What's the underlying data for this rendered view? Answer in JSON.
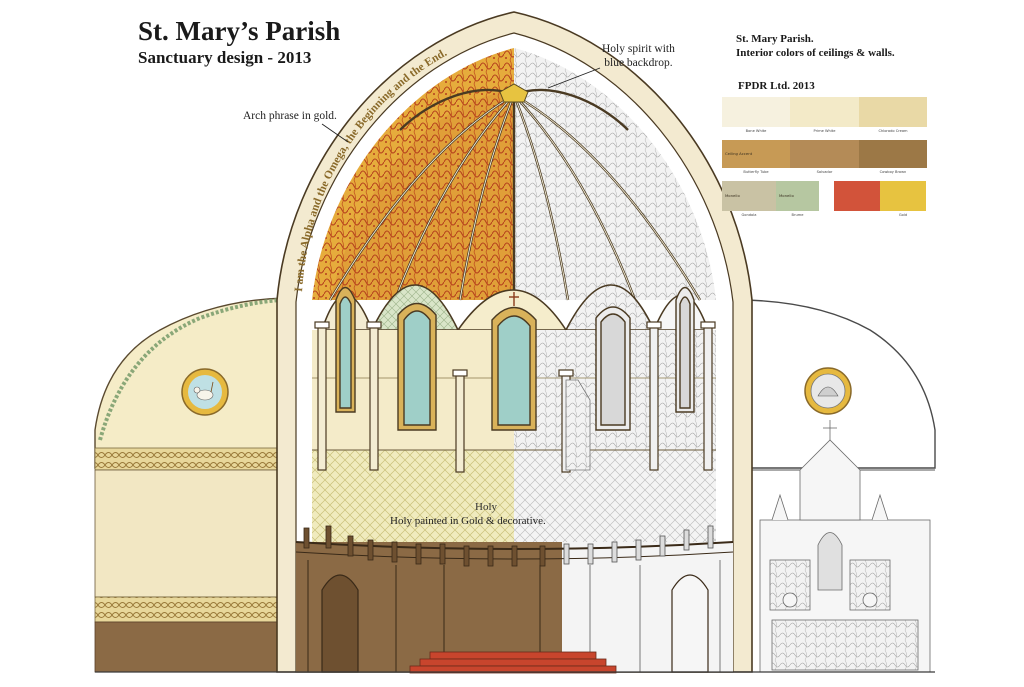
{
  "header": {
    "title": "St. Mary’s Parish",
    "subtitle": "Sanctuary design - 2013"
  },
  "annotations": {
    "arch_note": "Arch phrase in gold.",
    "spirit_note_line1": "Holy spirit with",
    "spirit_note_line2": "blue backdrop.",
    "holy_label": "Holy",
    "holy_note": "Holy painted in Gold & decorative."
  },
  "arch_inscription": "I am the Alpha and the Omega, the Beginning and the End.",
  "palette": {
    "title_line1": "St. Mary Parish.",
    "title_line2": "Interior colors of ceilings & walls.",
    "firm": "FPDR Ltd. 2013",
    "rows": [
      {
        "swatches": [
          {
            "color": "#f6f1df",
            "name": "Bone White"
          },
          {
            "color": "#f3eac8",
            "name": "Prime White"
          },
          {
            "color": "#e9d9a6",
            "name": "Chlorado Cream"
          }
        ]
      },
      {
        "swatches": [
          {
            "color": "#c79a55",
            "name": "Butterfly Tube",
            "inner": "Ceiling Accent"
          },
          {
            "color": "#b48b57",
            "name": "Salvador"
          },
          {
            "color": "#9c7846",
            "name": "Cowboy Brown"
          }
        ]
      },
      {
        "swatches": [
          {
            "color": "#c9c2a4",
            "name": "Gondola",
            "inner": "Monello"
          },
          {
            "color": "#b6c7a1",
            "name": "Brume",
            "inner": "Monello"
          },
          {
            "color": "#d2533a",
            "name": ""
          },
          {
            "color": "#e7c340",
            "name": "Gold"
          }
        ]
      }
    ]
  },
  "colors": {
    "ceiling_gold": "#e0a63a",
    "ceiling_red_pattern": "#b5401d",
    "wall_cream": "#f4ebc9",
    "window_blue": "#9fcfc8",
    "pew_brown": "#8b6a45",
    "arch_frame": "#f3ead0",
    "steps_red": "#c8452d"
  }
}
